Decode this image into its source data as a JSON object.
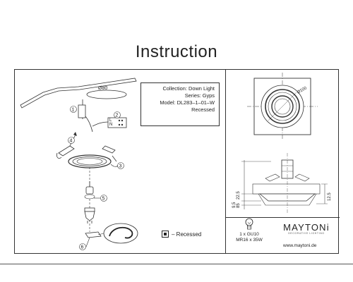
{
  "title": "Instruction",
  "info": {
    "collection": "Collection: Down Light",
    "series": "Series: Gyps",
    "model": "Model: DL283–1–01–W",
    "type": "Recessed"
  },
  "install": {
    "diameter_label": "Ø80",
    "steps": [
      "1",
      "2",
      "3",
      "4",
      "5",
      "6"
    ],
    "wire_letters": [
      "L",
      "N",
      "⏚"
    ]
  },
  "top_view": {
    "diameter_label": "Ø100"
  },
  "side_view": {
    "dimensions": [
      "85",
      "22.5",
      "9.5",
      "12.5"
    ]
  },
  "legend": {
    "label": "– Recessed"
  },
  "bulb": {
    "line1": "1 x GU10",
    "line2": "MR16 x 35W",
    "icon": "bulb-icon"
  },
  "brand": {
    "name": "MAYTONi",
    "tagline": "DECORATIVE LIGHTING"
  },
  "website": "www.maytoni.de"
}
